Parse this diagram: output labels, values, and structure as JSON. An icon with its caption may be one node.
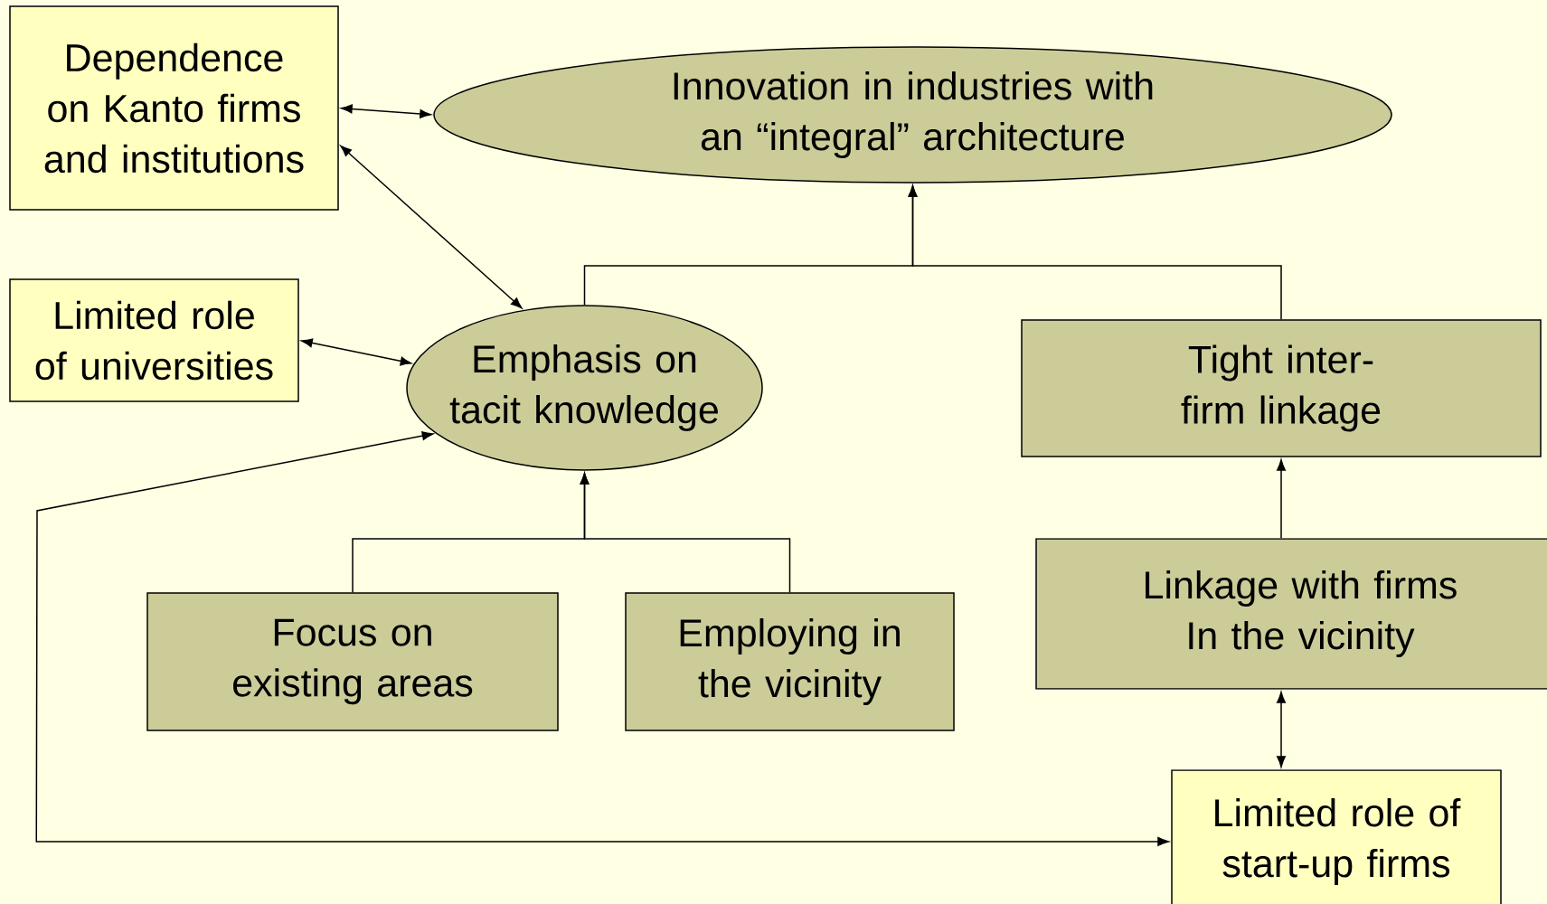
{
  "diagram": {
    "nodes": [
      {
        "text": [
          "Dependence on Kanto firms and institutions"
        ]
      },
      {
        "text": [
          "Innovation in industries with an “integral” architecture"
        ]
      },
      {
        "text": [
          "Limited role of universities"
        ]
      },
      {
        "text": [
          "Emphasis on tacit knowledge"
        ]
      },
      {
        "text": [
          "Tight inter-firm linkage"
        ]
      },
      {
        "text": [
          "Focus on existing areas"
        ]
      },
      {
        "text": [
          "Employing in the vicinity"
        ]
      },
      {
        "text": [
          "Linkage with firms In the vicinity"
        ]
      },
      {
        "text": [
          "Limited role of start-up firms"
        ]
      }
    ],
    "edges": [
      {
        "from": 0,
        "to": 1,
        "arrow": "both"
      },
      {
        "from": 0,
        "to": 3,
        "arrow": "both"
      },
      {
        "from": 2,
        "to": 3,
        "arrow": "both"
      },
      {
        "from": 3,
        "to": 1,
        "arrow": "to"
      },
      {
        "from": 4,
        "to": 1,
        "arrow": "to"
      },
      {
        "from": 5,
        "to": 3,
        "arrow": "to"
      },
      {
        "from": 6,
        "to": 3,
        "arrow": "to"
      },
      {
        "from": 7,
        "to": 4,
        "arrow": "to"
      },
      {
        "from": 7,
        "to": 8,
        "arrow": "both"
      },
      {
        "from": 8,
        "to": 3,
        "arrow": "both"
      }
    ]
  }
}
